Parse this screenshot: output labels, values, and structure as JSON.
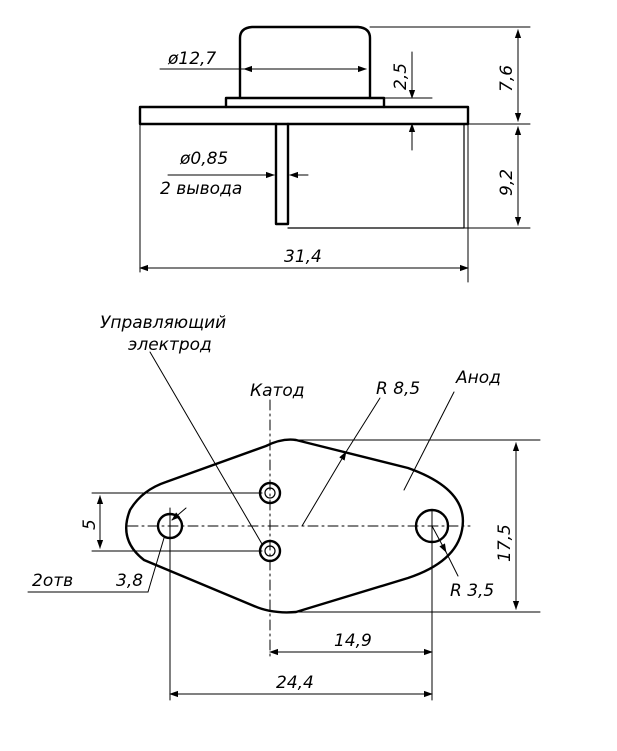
{
  "side_view": {
    "dim_body_diameter": "ø12,7",
    "dim_cap_height": "2,5",
    "dim_total_upper": "7,6",
    "dim_pin_diameter": "ø0,85",
    "pins_note": "2 вывода",
    "dim_pin_length": "9,2",
    "dim_flange_length": "31,4"
  },
  "top_view": {
    "label_control_line1": "Управляющий",
    "label_control_line2": "электрод",
    "label_cathode": "Катод",
    "label_radius": "R 8,5",
    "label_anode": "Анод",
    "dim_pin_spacing": "5",
    "dim_holes_note": "2отв",
    "dim_hole_diameter": "3,8",
    "dim_anode_radius": "R 3,5",
    "dim_width": "17,5",
    "dim_center_distance": "14,9",
    "dim_hole_spacing": "24,4"
  }
}
